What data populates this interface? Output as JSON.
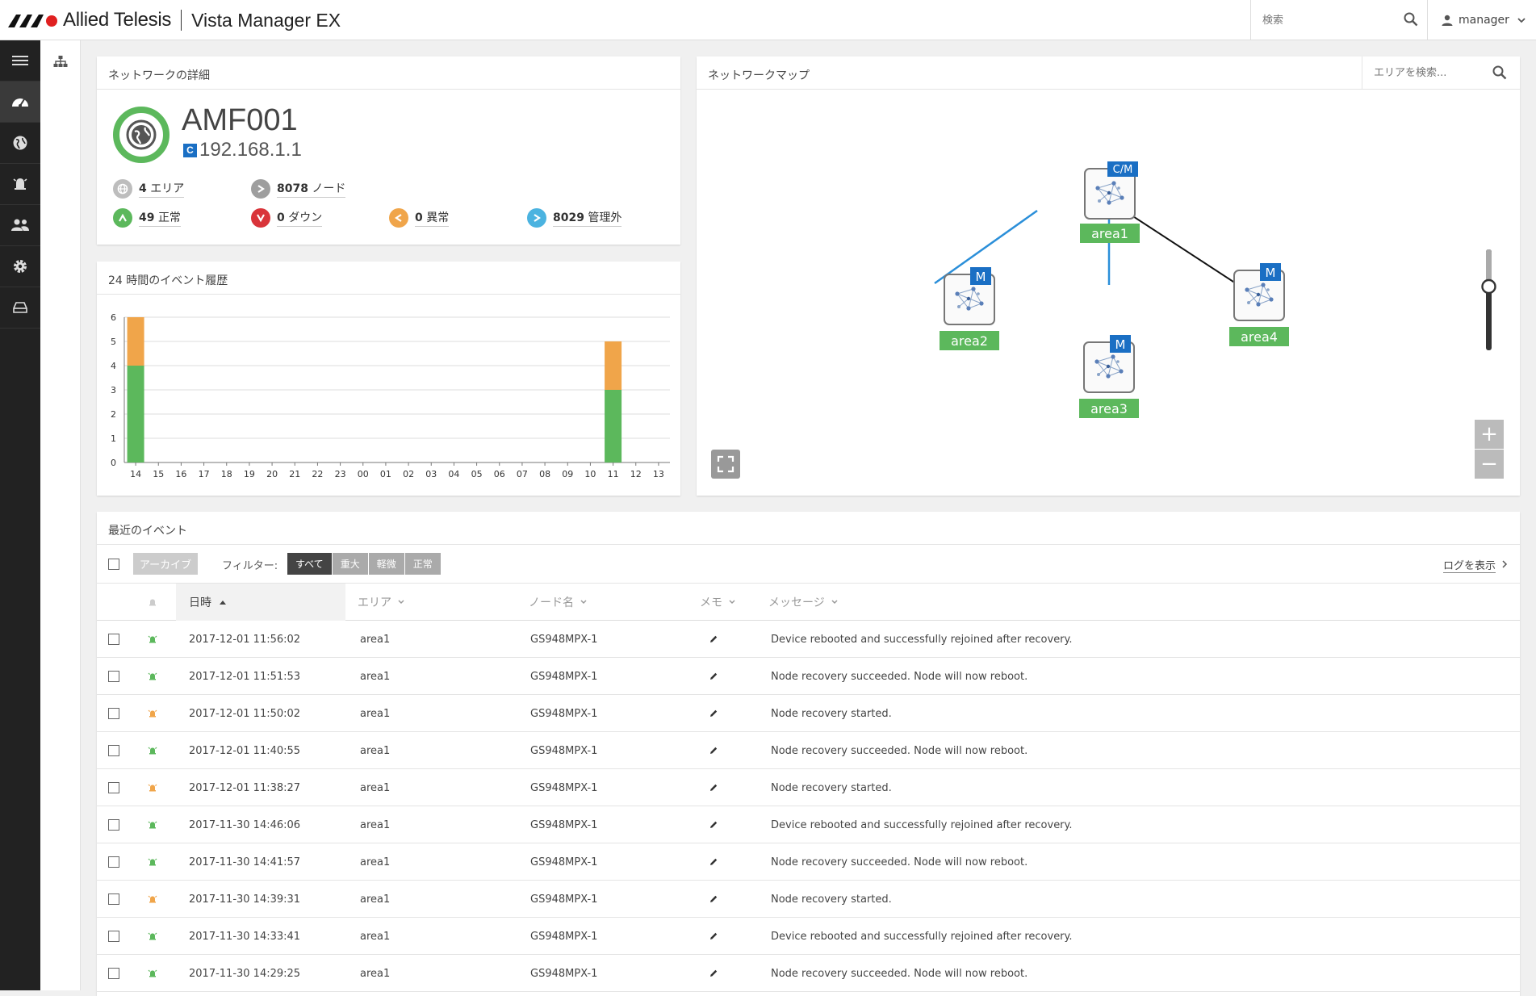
{
  "header": {
    "brand": "Allied Telesis",
    "app_name": "Vista Manager EX",
    "search_placeholder": "検索",
    "user": "manager"
  },
  "sidebar": {
    "items": [
      {
        "icon": "menu-icon"
      },
      {
        "icon": "dashboard-icon",
        "active": true
      },
      {
        "icon": "globe-icon"
      },
      {
        "icon": "alarm-icon"
      },
      {
        "icon": "users-icon"
      },
      {
        "icon": "gear-icon"
      },
      {
        "icon": "storage-icon"
      }
    ]
  },
  "network_details": {
    "title": "ネットワークの詳細",
    "name": "AMF001",
    "ip_badge": "C",
    "ip": "192.168.1.1",
    "stats": {
      "areas": {
        "count": "4",
        "label": "エリア",
        "color": "#bdbdbd"
      },
      "nodes": {
        "count": "8078",
        "label": "ノード",
        "color": "#9e9e9e"
      },
      "normal": {
        "count": "49",
        "label": "正常",
        "color": "#5cb85c"
      },
      "down": {
        "count": "0",
        "label": "ダウン",
        "color": "#d9343a"
      },
      "abnormal": {
        "count": "0",
        "label": "異常",
        "color": "#f0a54a"
      },
      "unmanaged": {
        "count": "8029",
        "label": "管理外",
        "color": "#4bb3e0"
      }
    }
  },
  "event_history": {
    "title": "24 時間のイベント履歴"
  },
  "chart_data": {
    "type": "bar",
    "stacked": true,
    "categories": [
      "14",
      "15",
      "16",
      "17",
      "18",
      "19",
      "20",
      "21",
      "22",
      "23",
      "00",
      "01",
      "02",
      "03",
      "04",
      "05",
      "06",
      "07",
      "08",
      "09",
      "10",
      "11",
      "12",
      "13"
    ],
    "series": [
      {
        "color": "#5cb85c",
        "values": [
          4,
          0,
          0,
          0,
          0,
          0,
          0,
          0,
          0,
          0,
          0,
          0,
          0,
          0,
          0,
          0,
          0,
          0,
          0,
          0,
          0,
          3,
          0,
          0
        ]
      },
      {
        "color": "#f0a54a",
        "values": [
          2,
          0,
          0,
          0,
          0,
          0,
          0,
          0,
          0,
          0,
          0,
          0,
          0,
          0,
          0,
          0,
          0,
          0,
          0,
          0,
          0,
          2,
          0,
          0
        ]
      }
    ],
    "yticks": [
      "0",
      "1",
      "2",
      "3",
      "4",
      "5",
      "6"
    ],
    "ylim": [
      0,
      6
    ],
    "grid": true
  },
  "network_map": {
    "title": "ネットワークマップ",
    "search_placeholder": "エリアを検索...",
    "areas": [
      {
        "name": "area1",
        "badge": "C/M"
      },
      {
        "name": "area2",
        "badge": "M"
      },
      {
        "name": "area3",
        "badge": "M"
      },
      {
        "name": "area4",
        "badge": "M"
      }
    ],
    "zoom_in": "+",
    "zoom_out": "−"
  },
  "recent_events": {
    "title": "最近のイベント",
    "archive_label": "アーカイブ",
    "filter_label": "フィルター:",
    "filters": [
      "すべて",
      "重大",
      "軽微",
      "正常"
    ],
    "view_log": "ログを表示",
    "columns": {
      "datetime": "日時",
      "area": "エリア",
      "node": "ノード名",
      "memo": "メモ",
      "message": "メッセージ"
    },
    "rows": [
      {
        "severity": "normal",
        "datetime": "2017-12-01 11:56:02",
        "area": "area1",
        "node": "GS948MPX-1",
        "message": "Device rebooted and successfully rejoined after recovery."
      },
      {
        "severity": "normal",
        "datetime": "2017-12-01 11:51:53",
        "area": "area1",
        "node": "GS948MPX-1",
        "message": "Node recovery succeeded. Node will now reboot."
      },
      {
        "severity": "minor",
        "datetime": "2017-12-01 11:50:02",
        "area": "area1",
        "node": "GS948MPX-1",
        "message": "Node recovery started."
      },
      {
        "severity": "normal",
        "datetime": "2017-12-01 11:40:55",
        "area": "area1",
        "node": "GS948MPX-1",
        "message": "Node recovery succeeded. Node will now reboot."
      },
      {
        "severity": "minor",
        "datetime": "2017-12-01 11:38:27",
        "area": "area1",
        "node": "GS948MPX-1",
        "message": "Node recovery started."
      },
      {
        "severity": "normal",
        "datetime": "2017-11-30 14:46:06",
        "area": "area1",
        "node": "GS948MPX-1",
        "message": "Device rebooted and successfully rejoined after recovery."
      },
      {
        "severity": "normal",
        "datetime": "2017-11-30 14:41:57",
        "area": "area1",
        "node": "GS948MPX-1",
        "message": "Node recovery succeeded. Node will now reboot."
      },
      {
        "severity": "minor",
        "datetime": "2017-11-30 14:39:31",
        "area": "area1",
        "node": "GS948MPX-1",
        "message": "Node recovery started."
      },
      {
        "severity": "normal",
        "datetime": "2017-11-30 14:33:41",
        "area": "area1",
        "node": "GS948MPX-1",
        "message": "Device rebooted and successfully rejoined after recovery."
      },
      {
        "severity": "normal",
        "datetime": "2017-11-30 14:29:25",
        "area": "area1",
        "node": "GS948MPX-1",
        "message": "Node recovery succeeded. Node will now reboot."
      }
    ]
  }
}
